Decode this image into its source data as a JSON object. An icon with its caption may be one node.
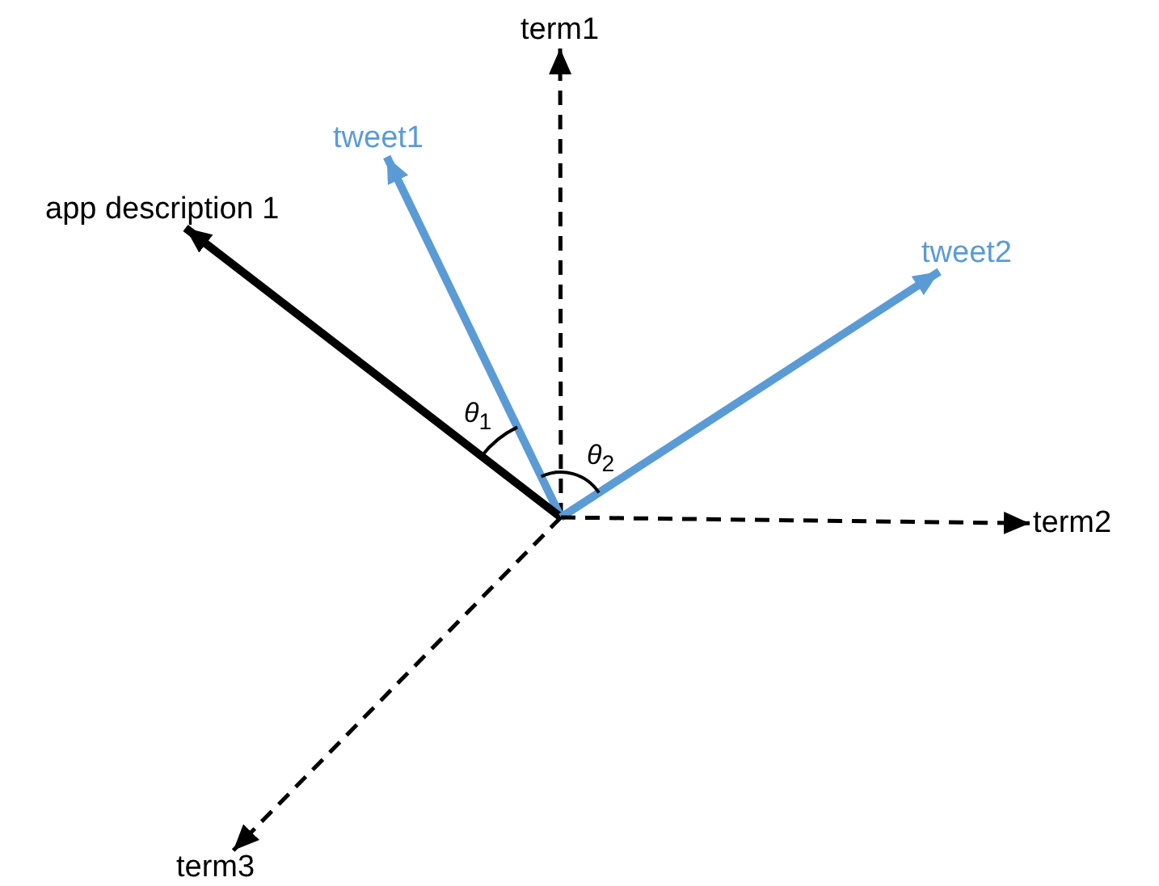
{
  "diagram": {
    "nodes": [
      {
        "text": [
          "term1"
        ]
      },
      {
        "text": [
          "tweet1"
        ]
      },
      {
        "text": [
          "app description 1"
        ]
      },
      {
        "text": [
          "tweet2"
        ]
      },
      {
        "text": [
          "term2"
        ]
      },
      {
        "text": [
          "term3"
        ]
      }
    ],
    "edges": [
      {
        "from": null,
        "to": 0,
        "arrow": "to",
        "style": "dashed"
      },
      {
        "from": null,
        "to": 1,
        "arrow": "to",
        "style": "thick",
        "color": "#5b9bd5"
      },
      {
        "from": null,
        "to": 2,
        "arrow": "to",
        "style": "thick"
      },
      {
        "from": null,
        "to": 3,
        "arrow": "to",
        "style": "thick",
        "color": "#5b9bd5"
      },
      {
        "from": null,
        "to": 4,
        "arrow": "to",
        "style": "dashed"
      },
      {
        "from": null,
        "to": 5,
        "arrow": "to",
        "style": "dashed"
      }
    ],
    "labels": [
      "*θ*$_{1}$",
      "*θ*$_{2}$"
    ]
  }
}
